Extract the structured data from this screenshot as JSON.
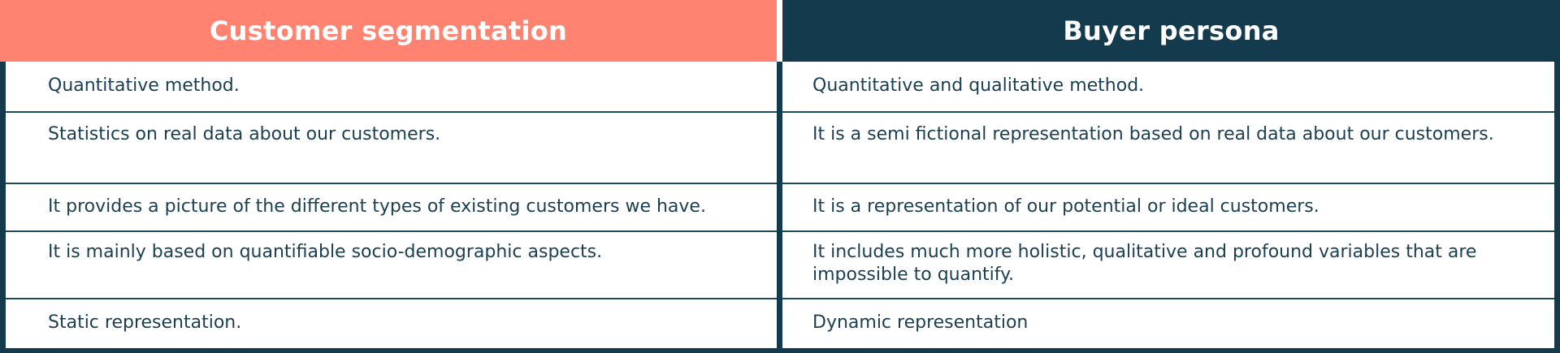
{
  "table": {
    "colors": {
      "left_header_bg": "#FF8370",
      "right_header_bg": "#133A4D",
      "frame": "#133A4D",
      "text": "#1B3F52",
      "header_text": "#FFFFFF"
    },
    "headers": {
      "left": "Customer segmentation",
      "right": "Buyer persona"
    },
    "rows": [
      {
        "left": "Quantitative method.",
        "right": "Quantitative and qualitative method."
      },
      {
        "left": "Statistics on real data about our customers.",
        "right": "It is a semi fictional representation based on real data about our customers."
      },
      {
        "left": "It provides a picture of the different types of existing customers we have.",
        "right": "It is a representation of our potential or ideal customers."
      },
      {
        "left": "It is mainly based on quantifiable socio-demographic aspects.",
        "right": "It includes much more holistic, qualitative and profound variables that are impossible to quantify."
      },
      {
        "left": "Static representation.",
        "right": "Dynamic representation"
      }
    ]
  }
}
